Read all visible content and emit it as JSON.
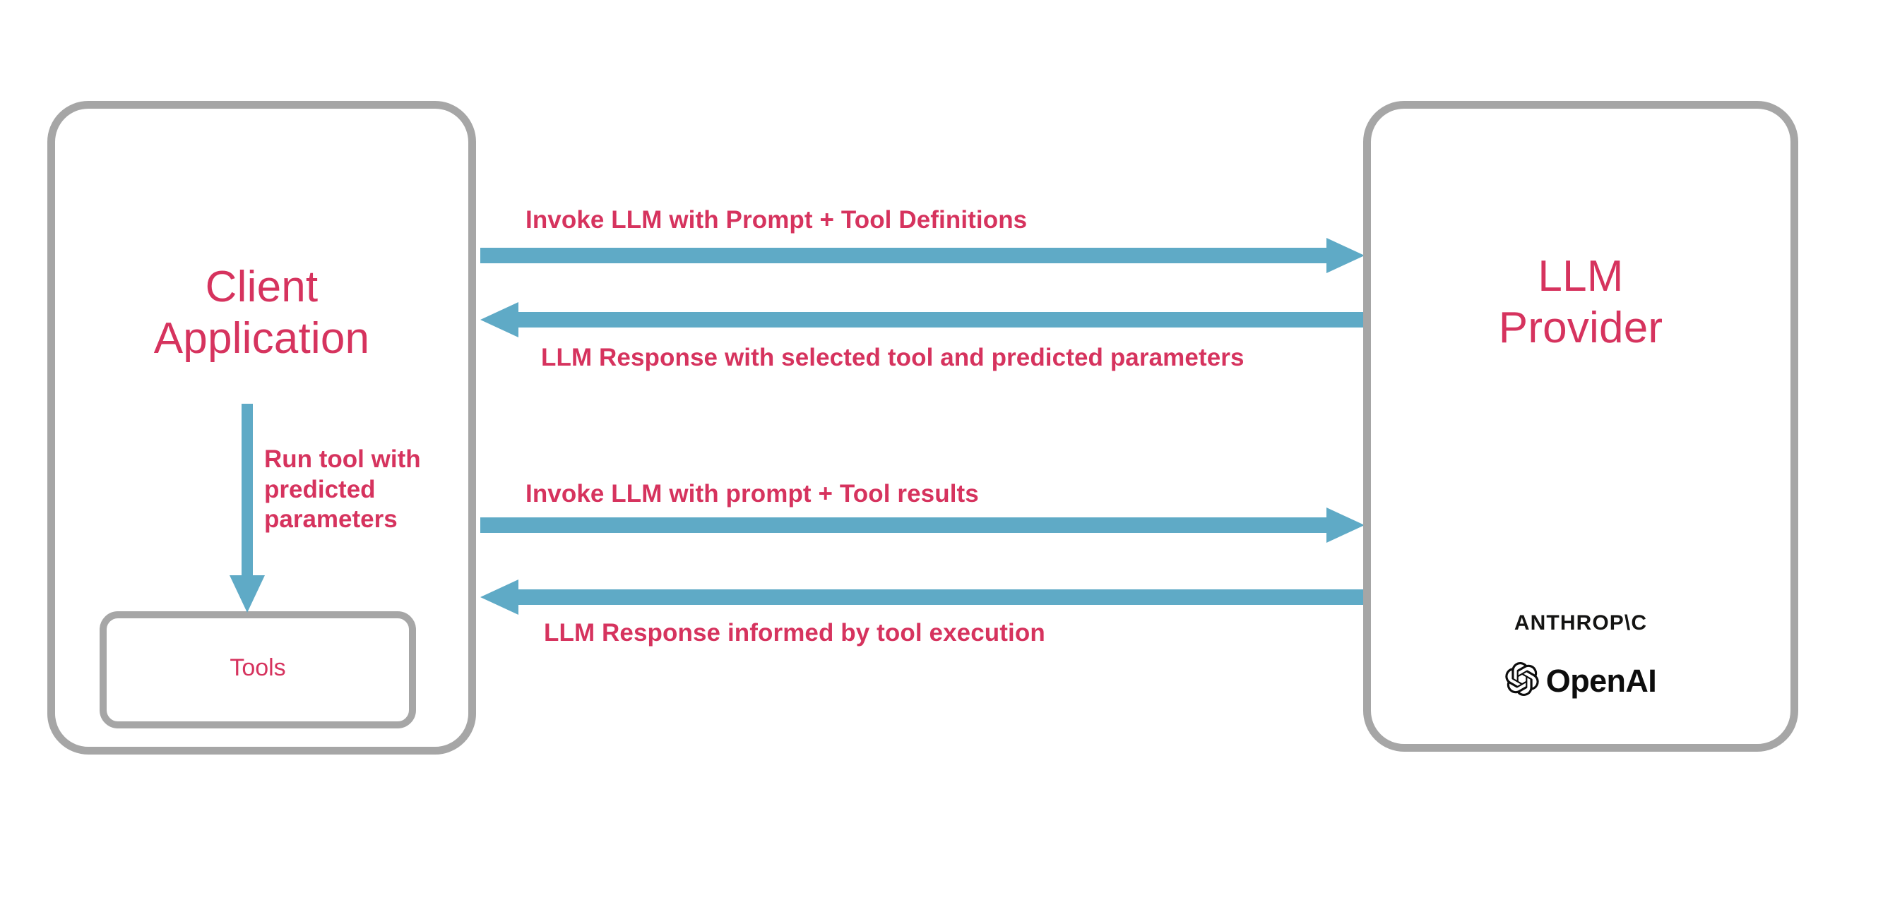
{
  "diagram": {
    "title": "LLM tool-calling interaction flow",
    "colors": {
      "accent_text": "#d6335e",
      "arrow": "#5faac6",
      "box_border": "#a6a6a6",
      "background": "#ffffff",
      "logo_text": "#0d0d0d"
    },
    "nodes": {
      "client": {
        "label": "Client\nApplication",
        "tools": {
          "label": "Tools"
        }
      },
      "provider": {
        "label": "LLM\nProvider",
        "vendors": [
          {
            "name": "anthropic",
            "label": "ANTHROP\\C"
          },
          {
            "name": "openai",
            "label": "OpenAI",
            "icon": "openai-knot-icon"
          }
        ]
      }
    },
    "edges": [
      {
        "id": "invoke-llm-tool-definitions",
        "label": "Invoke LLM with Prompt + Tool Definitions",
        "direction": "client-to-provider"
      },
      {
        "id": "llm-response-selected-tool",
        "label": "LLM Response with selected tool and predicted parameters",
        "direction": "provider-to-client"
      },
      {
        "id": "invoke-llm-tool-results",
        "label": "Invoke LLM with prompt + Tool results",
        "direction": "client-to-provider"
      },
      {
        "id": "llm-response-informed",
        "label": "LLM Response informed by tool execution",
        "direction": "provider-to-client"
      },
      {
        "id": "run-tool",
        "label": "Run tool with\npredicted\nparameters",
        "direction": "client-to-tools"
      }
    ]
  }
}
